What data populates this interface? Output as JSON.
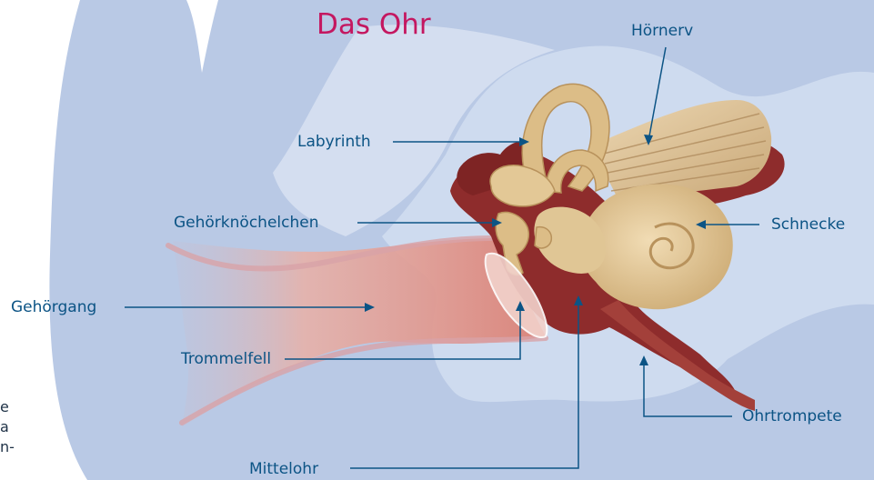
{
  "title": "Das Ohr",
  "labels": {
    "hoernerv": "Hörnerv",
    "labyrinth": "Labyrinth",
    "gehoerknoechelchen": "Gehörknöchelchen",
    "schnecke": "Schnecke",
    "gehoergang": "Gehörgang",
    "trommelfell": "Trommelfell",
    "ohrtrompete": "Ohrtrompete",
    "mittelohr": "Mittelohr"
  },
  "left_edge_text": [
    "e",
    "a",
    "n-"
  ],
  "colors": {
    "title": "#c41760",
    "label": "#0c5485",
    "leader_line": "#0c5485",
    "skin": "#b8c8e4",
    "skull": "#d9e3f2",
    "middle_ear": "#8b2a2a",
    "inner_ear": "#dcbf8e",
    "ear_canal": "#e8a59a"
  }
}
